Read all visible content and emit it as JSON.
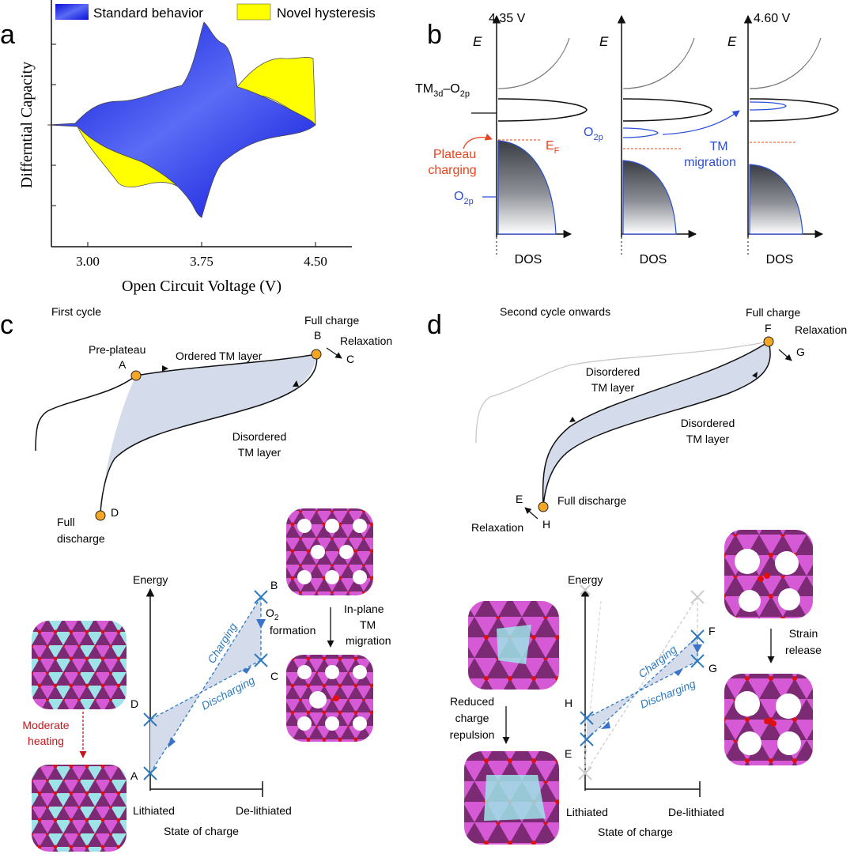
{
  "panel_a": {
    "label": "a",
    "legend": {
      "standard": "Standard behavior",
      "novel": "Novel hysteresis"
    },
    "ylabel": "Differntial Capacity",
    "xlabel": "Open Circuit Voltage (V)",
    "xticks": [
      "3.00",
      "3.75",
      "4.50"
    ]
  },
  "panel_b": {
    "label": "b",
    "v1": "4.35 V",
    "v2": "4.60 V",
    "E": "E",
    "dos": "DOS",
    "tm": "TM",
    "tm_sub1": "3d",
    "dash": "–O",
    "tm_sub2": "2p",
    "ef": "E",
    "ef_sub": "F",
    "o2p": "O",
    "o2p_sub": "2p",
    "plateau1": "Plateau",
    "plateau2": "charging",
    "tmmig1": "TM",
    "tmmig2": "migration"
  },
  "panel_c": {
    "label": "c",
    "title": "First cycle",
    "full_charge": "Full charge",
    "relaxation": "Relaxation",
    "pre_plateau": "Pre-plateau",
    "ordered": "Ordered TM layer",
    "disordered1": "Disordered",
    "disordered2": "TM layer",
    "full_discharge1": "Full",
    "full_discharge2": "discharge",
    "A": "A",
    "B": "B",
    "C": "C",
    "D": "D",
    "energy": "Energy",
    "charging": "Charging",
    "discharging": "Discharging",
    "o2": "O",
    "o2_sub": "2",
    "formation": "formation",
    "inplane1": "In-plane",
    "inplane2": "TM",
    "inplane3": "migration",
    "moderate1": "Moderate",
    "moderate2": "heating",
    "lithiated": "Lithiated",
    "delithiated": "De-lithiated",
    "soc": "State of charge"
  },
  "panel_d": {
    "label": "d",
    "title": "Second cycle onwards",
    "full_charge": "Full charge",
    "relaxation": "Relaxation",
    "disordered1": "Disordered",
    "disordered2": "TM layer",
    "full_discharge": "Full discharge",
    "E": "E",
    "F": "F",
    "G": "G",
    "H": "H",
    "energy": "Energy",
    "charging": "Charging",
    "discharging": "Discharging",
    "strain1": "Strain",
    "strain2": "release",
    "reduced1": "Reduced",
    "reduced2": "charge",
    "reduced3": "repulsion",
    "lithiated": "Lithiated",
    "delithiated": "De-lithiated",
    "soc": "State of charge"
  },
  "colors": {
    "standard": "#2b2ff0",
    "novel": "#ffff00",
    "orange": "#f5a623",
    "shade": "#d4dcec",
    "cross": "#2d7ac0",
    "red_label": "#e8431e",
    "blue_label": "#2b4fd6",
    "heating": "#c0161b"
  }
}
